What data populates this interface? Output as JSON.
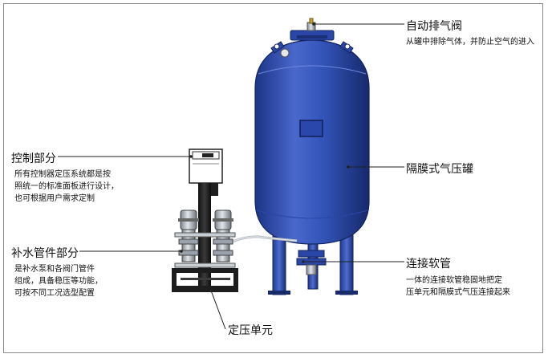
{
  "callouts": {
    "auto_vent": {
      "title": "自动排气阀",
      "desc": "从罐中排除气体，并防止空气的进入"
    },
    "control": {
      "title": "控制部分",
      "desc": [
        "所有控制器定压系统都是按",
        "照统一的标准面板进行设计，",
        "也可根据用户需求定制"
      ]
    },
    "pipe": {
      "title": "补水管件部分",
      "desc": [
        "是补水泵和各阀门管件",
        "组成，具备稳压等功能，",
        "可按不同工况选型配置"
      ]
    },
    "tank": {
      "title": "隔膜式气压罐"
    },
    "hose": {
      "title": "连接软管",
      "desc": [
        "一体的连接软管稳固地把定",
        "压单元和隔膜式气压连接起来"
      ]
    },
    "unit": {
      "title": "定压单元"
    }
  },
  "colors": {
    "tank_blue": "#2f4fb3",
    "tank_dark": "#172f7a",
    "tank_light": "#5a78d8",
    "steel": "#9aa3ad",
    "frame_black": "#1d1d1d"
  }
}
